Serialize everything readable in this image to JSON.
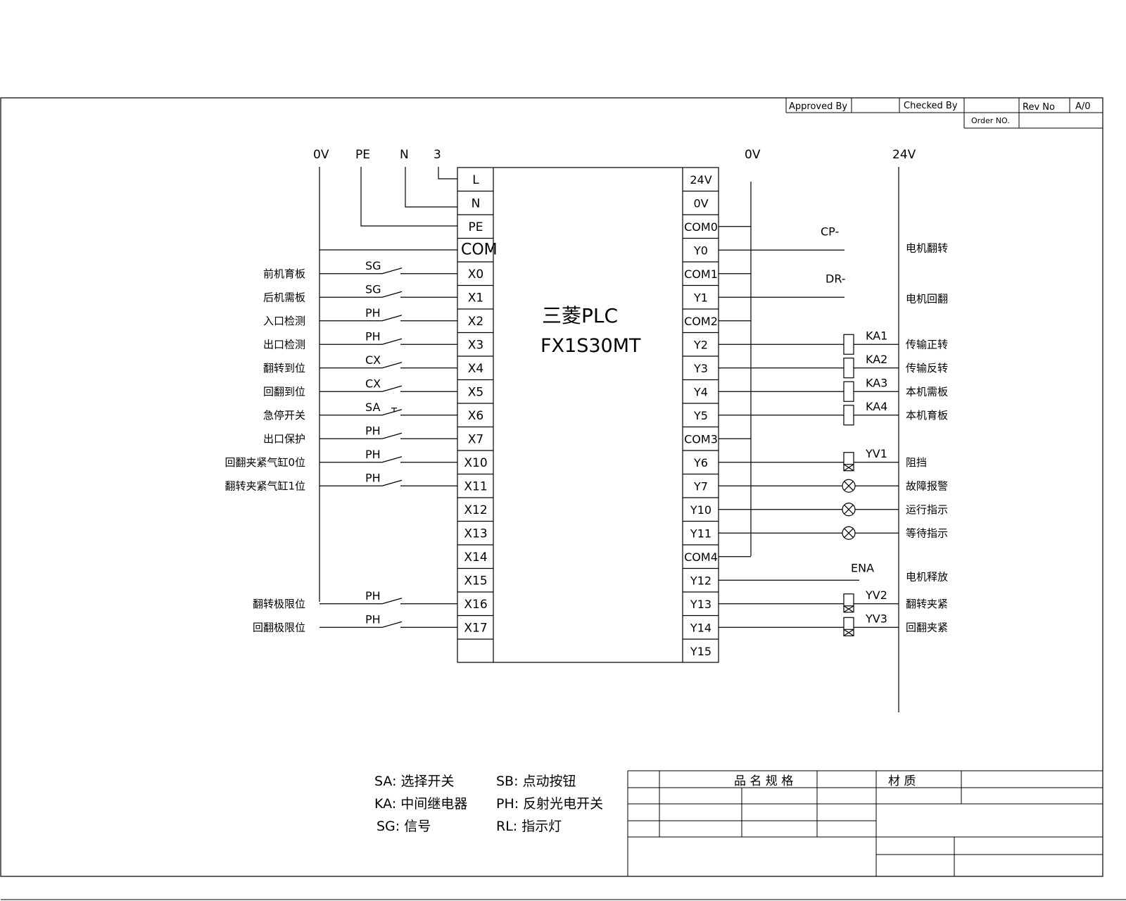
{
  "title_block": {
    "approved_by": "Approved By",
    "checked_by": "Checked By",
    "rev_no": "Rev No",
    "rev_value": "A/0",
    "order_no": "Order NO."
  },
  "rails": {
    "left": [
      "0V",
      "PE",
      "N",
      "3"
    ],
    "right_0v": "0V",
    "right_24v": "24V"
  },
  "plc": {
    "name": "三菱PLC",
    "model": "FX1S30MT",
    "left_terminals": [
      "L",
      "N",
      "PE",
      "COM",
      "X0",
      "X1",
      "X2",
      "X3",
      "X4",
      "X5",
      "X6",
      "X7",
      "X10",
      "X11",
      "X12",
      "X13",
      "X14",
      "X15",
      "X16",
      "X17",
      ""
    ],
    "right_terminals": [
      "24V",
      "0V",
      "COM0",
      "Y0",
      "COM1",
      "Y1",
      "COM2",
      "Y2",
      "Y3",
      "Y4",
      "Y5",
      "COM3",
      "Y6",
      "Y7",
      "Y10",
      "Y11",
      "COM4",
      "Y12",
      "Y13",
      "Y14",
      "Y15"
    ]
  },
  "inputs": [
    {
      "label": "前机育板",
      "device": "SG"
    },
    {
      "label": "后机需板",
      "device": "SG"
    },
    {
      "label": "入口检测",
      "device": "PH"
    },
    {
      "label": "出口检测",
      "device": "PH"
    },
    {
      "label": "翻转到位",
      "device": "CX"
    },
    {
      "label": "回翻到位",
      "device": "CX"
    },
    {
      "label": "急停开关",
      "device": "SA"
    },
    {
      "label": "出口保护",
      "device": "PH"
    },
    {
      "label": "回翻夹紧气缸0位",
      "device": "PH"
    },
    {
      "label": "翻转夹紧气缸1位",
      "device": "PH"
    },
    {
      "label": "翻转极限位",
      "device": "PH"
    },
    {
      "label": "回翻极限位",
      "device": "PH"
    }
  ],
  "outputs": [
    {
      "terminal": "Y0",
      "tag": "CP-",
      "label": "电机翻转",
      "type": "signal"
    },
    {
      "terminal": "Y1",
      "tag": "DR-",
      "label": "电机回翻",
      "type": "signal"
    },
    {
      "terminal": "Y2",
      "tag": "KA1",
      "label": "传输正转",
      "type": "relay"
    },
    {
      "terminal": "Y3",
      "tag": "KA2",
      "label": "传输反转",
      "type": "relay"
    },
    {
      "terminal": "Y4",
      "tag": "KA3",
      "label": "本机需板",
      "type": "relay"
    },
    {
      "terminal": "Y5",
      "tag": "KA4",
      "label": "本机育板",
      "type": "relay"
    },
    {
      "terminal": "Y6",
      "tag": "YV1",
      "label": "阻挡",
      "type": "valve"
    },
    {
      "terminal": "Y7",
      "tag": "",
      "label": "故障报警",
      "type": "lamp"
    },
    {
      "terminal": "Y10",
      "tag": "",
      "label": "运行指示",
      "type": "lamp"
    },
    {
      "terminal": "Y11",
      "tag": "",
      "label": "等待指示",
      "type": "lamp"
    },
    {
      "terminal": "Y12",
      "tag": "ENA",
      "label": "电机释放",
      "type": "signal"
    },
    {
      "terminal": "Y13",
      "tag": "YV2",
      "label": "翻转夹紧",
      "type": "valve"
    },
    {
      "terminal": "Y14",
      "tag": "YV3",
      "label": "回翻夹紧",
      "type": "valve"
    }
  ],
  "legend": [
    "SA: 选择开关",
    "SB: 点动按钮",
    "KA: 中间继电器",
    "PH: 反射光电开关",
    "SG: 信号",
    "RL: 指示灯"
  ],
  "bottom_table": {
    "col1": "品 名 规 格",
    "col2": "材 质"
  }
}
